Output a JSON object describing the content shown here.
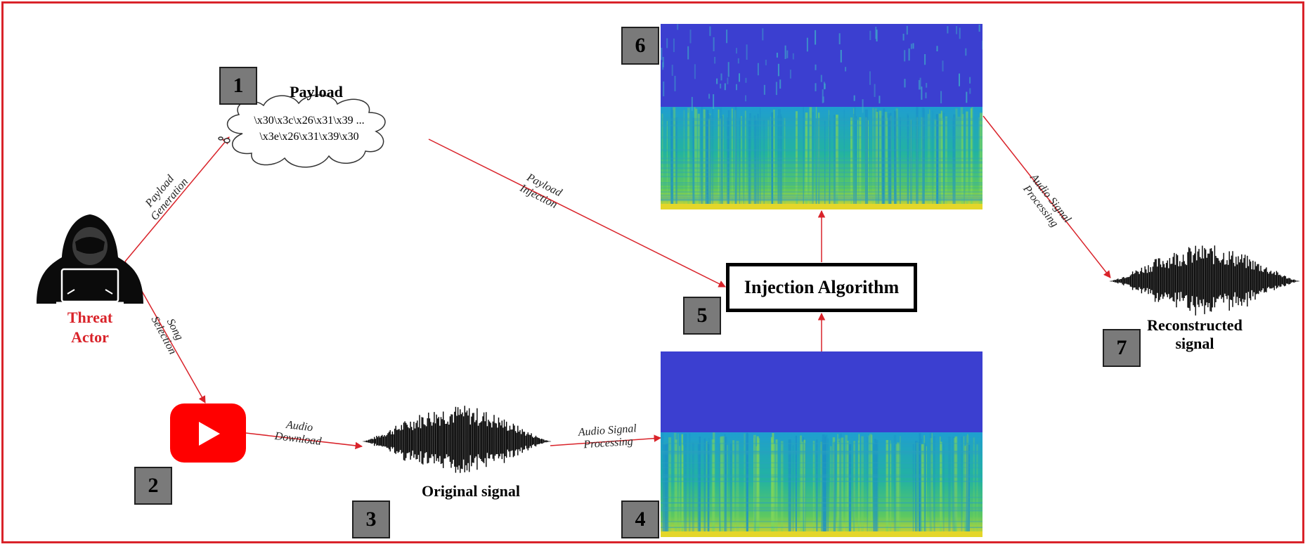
{
  "payload": {
    "title": "Payload",
    "line1": "\\x30\\x3c\\x26\\x31\\x39 ...",
    "line2": "\\x3e\\x26\\x31\\x39\\x30"
  },
  "actor": {
    "line1": "Threat",
    "line2": "Actor"
  },
  "signals": {
    "original": "Original signal",
    "reconstructed_line1": "Reconstructed",
    "reconstructed_line2": "signal"
  },
  "algorithm": "Injection Algorithm",
  "steps": [
    "1",
    "2",
    "3",
    "4",
    "5",
    "6",
    "7"
  ],
  "edges": {
    "payload_generation": [
      "Payload",
      "Generation"
    ],
    "song_selection": [
      "Song",
      "Selection"
    ],
    "audio_download": [
      "Audio",
      "Download"
    ],
    "audio_processing_1": [
      "Audio Signal",
      "Processing"
    ],
    "payload_injection": [
      "Payload",
      "Injection"
    ],
    "audio_processing_2": [
      "Audio Signal",
      "Processing"
    ]
  },
  "colors": {
    "frame": "#d9232a",
    "arrow": "#d9232a",
    "actor_label": "#d9232a",
    "youtube": "#ff0000",
    "badge": "#7a7a7a",
    "spectrogram_background": "#3b3fd0"
  },
  "icons": [
    "hacker-icon",
    "youtube-icon",
    "cloud-icon"
  ]
}
